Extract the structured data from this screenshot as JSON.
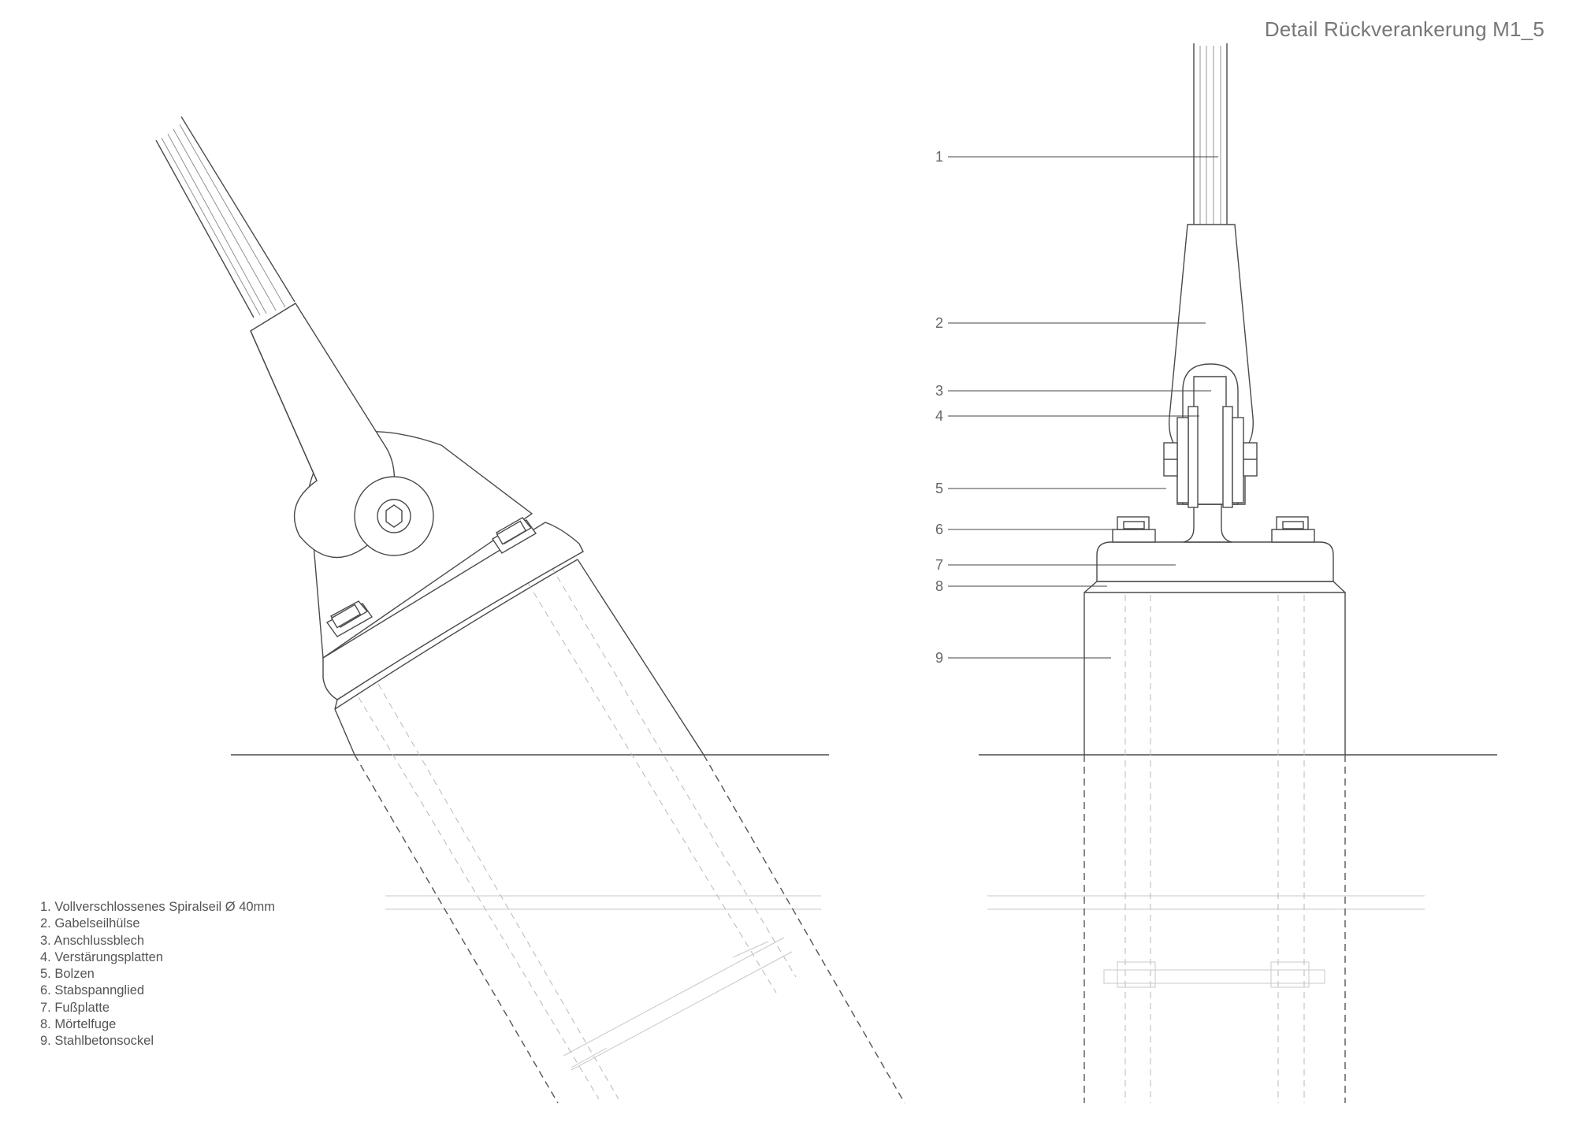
{
  "title": "Detail Rückverankerung M1_5",
  "legend": [
    "1. Vollverschlossenes Spiralseil Ø 40mm",
    "2. Gabelseilhülse",
    "3. Anschlussblech",
    "4. Verstärungsplatten",
    "5. Bolzen",
    "6. Stabspannglied",
    "7. Fußplatte",
    "8. Mörtelfuge",
    "9. Stahlbetonsockel"
  ],
  "callouts": [
    "1",
    "2",
    "3",
    "4",
    "5",
    "6",
    "7",
    "8",
    "9"
  ]
}
